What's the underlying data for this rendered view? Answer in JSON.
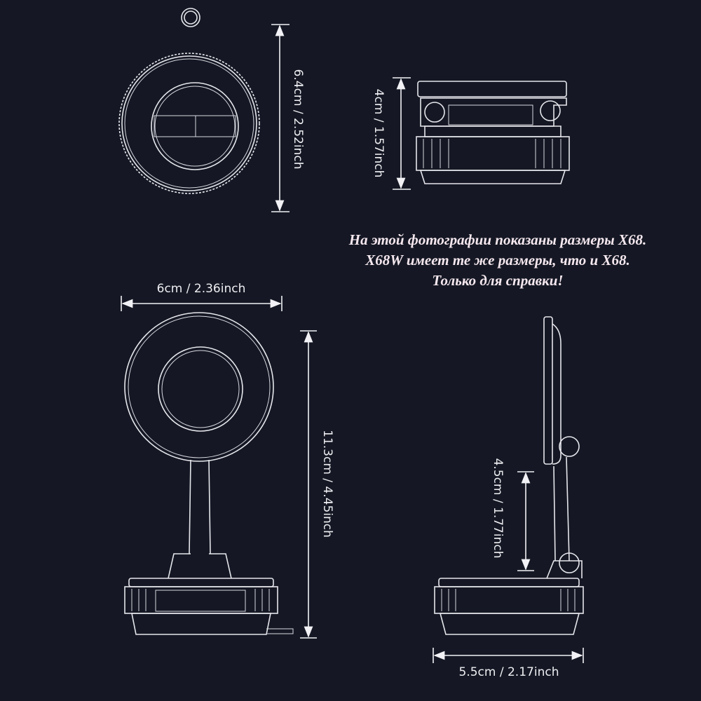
{
  "dimensions": {
    "top_front_height": "6.4cm / 2.52inch",
    "top_side_height": "4cm / 1.57inch",
    "front_width": "6cm / 2.36inch",
    "front_total_height": "11.3cm / 4.45inch",
    "side_arm_height": "4.5cm / 1.77inch",
    "side_base_width": "5.5cm / 2.17inch"
  },
  "note": {
    "line1": "На этой фотографии показаны размеры X68.",
    "line2": "X68W имеет те же размеры, что и X68.",
    "line3": "Только для справки!"
  },
  "colors": {
    "background": "#151824",
    "line": "#e6e6ec",
    "note_text": "#f6e8ef"
  }
}
